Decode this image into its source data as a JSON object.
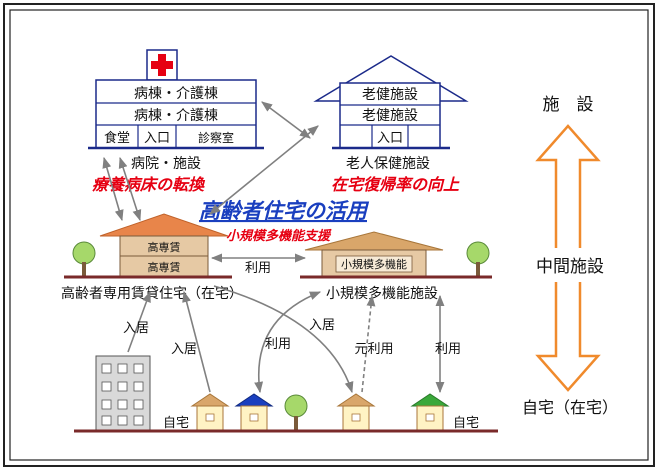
{
  "hospital": {
    "rows": [
      "病棟・介護棟",
      "病棟・介護棟"
    ],
    "bottom_row": [
      "食堂",
      "入口",
      "診察室"
    ],
    "label": "病院・施設"
  },
  "elderly_facility": {
    "rows": [
      "老健施設",
      "老健施設"
    ],
    "entrance": "入口",
    "label": "老人保健施設"
  },
  "annotations": {
    "hospital_note": "療養病床の転換",
    "facility_note": "在宅復帰率の向上",
    "headline": "高齢者住宅の活用",
    "support_note": "小規模多機能支援"
  },
  "senior_housing": {
    "floors": [
      "高専賃",
      "高専賃"
    ],
    "label": "高齢者専用賃貸住宅（在宅）"
  },
  "small_facility": {
    "sign": "小規模多機能",
    "label": "小規模多機能施設"
  },
  "flows": {
    "use_between": "利用",
    "move_in_1": "入居",
    "move_in_2": "入居",
    "use_1": "利用",
    "move_in_3": "入居",
    "former_use": "元利用",
    "use_2": "利用"
  },
  "homes": {
    "label_left": "自宅",
    "label_right": "自宅"
  },
  "scale": {
    "top": "施　設",
    "middle": "中間施設",
    "bottom": "自宅（在宅）"
  },
  "colors": {
    "red_emphasis": "#e60012",
    "blue_headline": "#1a3fbf",
    "building_outline": "#1b2a8a",
    "roof_orange": "#e8854a",
    "wall_tan": "#e6c9a4",
    "ground": "#7a2a2a",
    "scale_arrow": "#f08a2c",
    "tree_green": "#a6d86a"
  }
}
